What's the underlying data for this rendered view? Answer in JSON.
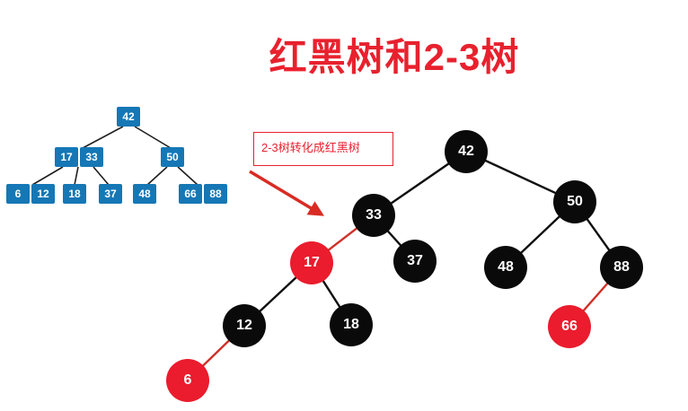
{
  "title": "红黑树和2-3树",
  "annotation": {
    "label": "2-3树转化成红黑树"
  },
  "colors": {
    "title_red": "#e8212e",
    "annotation_red": "#e8212e",
    "arrow_red": "#d92b23",
    "blue_node": "#1577b5",
    "black_node": "#0a0a0a",
    "red_node": "#ea1c2d",
    "red_edge": "#cf3028",
    "black_edge": "#101010"
  },
  "tree23": {
    "nodes": [
      {
        "keys": [
          "42"
        ]
      },
      {
        "keys": [
          "17",
          "33"
        ]
      },
      {
        "keys": [
          "50"
        ]
      },
      {
        "keys": [
          "6",
          "12"
        ]
      },
      {
        "keys": [
          "18"
        ]
      },
      {
        "keys": [
          "37"
        ]
      },
      {
        "keys": [
          "48"
        ]
      },
      {
        "keys": [
          "66",
          "88"
        ]
      }
    ]
  },
  "rbtree": {
    "nodes": [
      {
        "value": "42",
        "color": "black"
      },
      {
        "value": "33",
        "color": "black"
      },
      {
        "value": "50",
        "color": "black"
      },
      {
        "value": "17",
        "color": "red"
      },
      {
        "value": "37",
        "color": "black"
      },
      {
        "value": "48",
        "color": "black"
      },
      {
        "value": "88",
        "color": "black"
      },
      {
        "value": "12",
        "color": "black"
      },
      {
        "value": "18",
        "color": "black"
      },
      {
        "value": "66",
        "color": "red"
      },
      {
        "value": "6",
        "color": "red"
      }
    ]
  }
}
